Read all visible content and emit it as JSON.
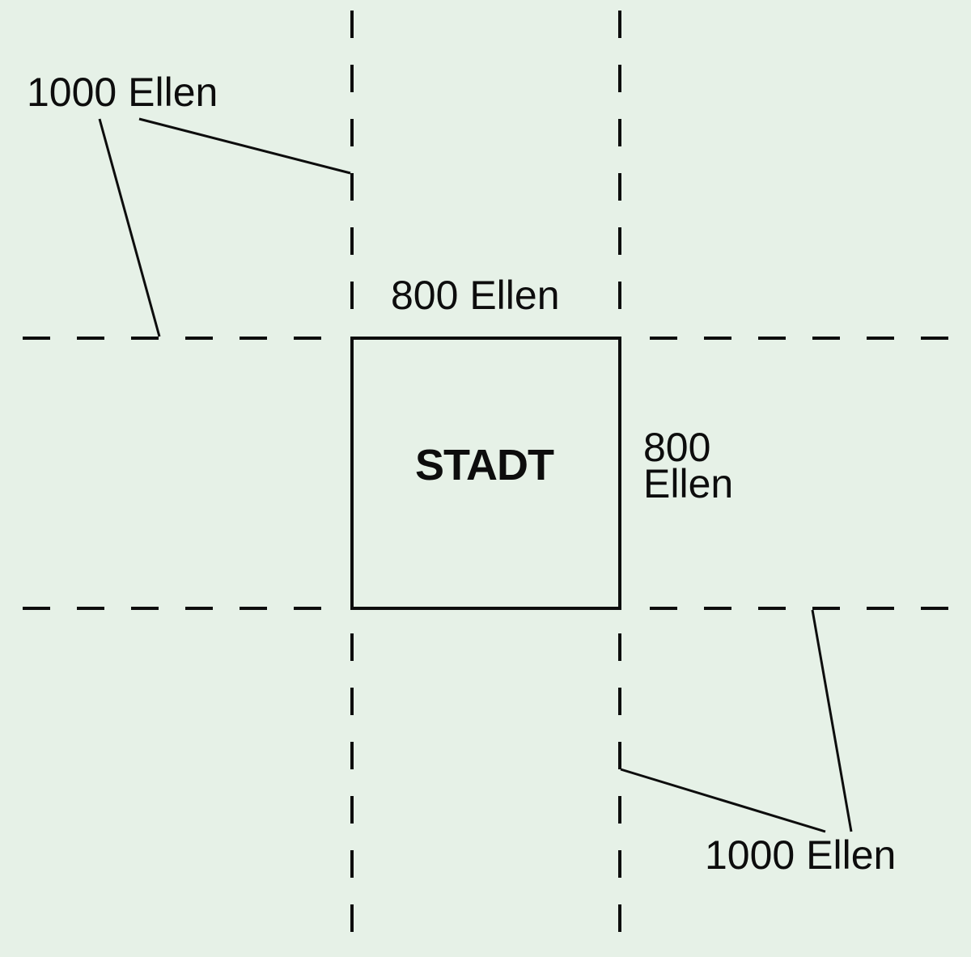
{
  "diagram": {
    "city_label": "STADT",
    "measurements": {
      "top_left_distance": "1000 Ellen",
      "top_width": "800 Ellen",
      "right_height": "800\nEllen",
      "bottom_right_distance": "1000 Ellen"
    },
    "colors": {
      "background": "#e6f1e7",
      "ink": "#0d0d0d"
    }
  }
}
